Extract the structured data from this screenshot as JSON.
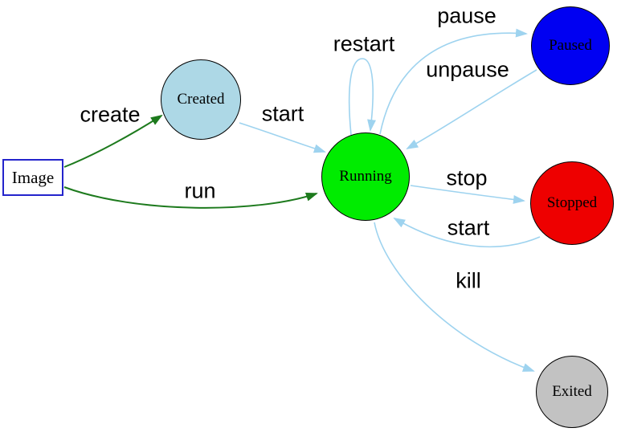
{
  "diagram": {
    "type": "state-machine",
    "nodes": [
      {
        "id": "image",
        "label": "Image",
        "shape": "rectangle",
        "fill": "#ffffff",
        "border": "#2424cc"
      },
      {
        "id": "created",
        "label": "Created",
        "shape": "circle",
        "fill": "#add8e6",
        "border": "#000000"
      },
      {
        "id": "running",
        "label": "Running",
        "shape": "circle",
        "fill": "#00ec00",
        "border": "#000000"
      },
      {
        "id": "paused",
        "label": "Paused",
        "shape": "circle",
        "fill": "#0000f2",
        "border": "#000000"
      },
      {
        "id": "stopped",
        "label": "Stopped",
        "shape": "circle",
        "fill": "#ee0000",
        "border": "#000000"
      },
      {
        "id": "exited",
        "label": "Exited",
        "shape": "circle",
        "fill": "#c2c2c2",
        "border": "#000000"
      }
    ],
    "edges": [
      {
        "from": "image",
        "to": "created",
        "label": "create",
        "color": "#1d7a1d"
      },
      {
        "from": "image",
        "to": "running",
        "label": "run",
        "color": "#1d7a1d"
      },
      {
        "from": "created",
        "to": "running",
        "label": "start",
        "color": "#9ed3ef"
      },
      {
        "from": "running",
        "to": "running",
        "label": "restart",
        "color": "#9ed3ef"
      },
      {
        "from": "running",
        "to": "paused",
        "label": "pause",
        "color": "#9ed3ef"
      },
      {
        "from": "paused",
        "to": "running",
        "label": "unpause",
        "color": "#9ed3ef"
      },
      {
        "from": "running",
        "to": "stopped",
        "label": "stop",
        "color": "#9ed3ef"
      },
      {
        "from": "stopped",
        "to": "running",
        "label": "start",
        "color": "#9ed3ef"
      },
      {
        "from": "running",
        "to": "exited",
        "label": "kill",
        "color": "#9ed3ef"
      }
    ],
    "colors": {
      "edge_blue": "#9ed3ef",
      "edge_green": "#1d7a1d",
      "background": "#ffffff",
      "label_text": "#000000"
    }
  }
}
